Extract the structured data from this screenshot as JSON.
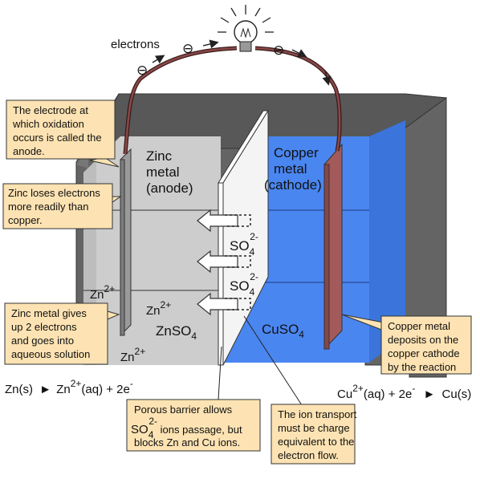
{
  "labels": {
    "electrons": "electrons",
    "electron_symbol": "⊖",
    "zinc_metal": [
      "Zinc",
      "metal",
      "(anode)"
    ],
    "copper_metal": [
      "Copper",
      "metal",
      "(cathode)"
    ],
    "so4_base": "SO",
    "so4_sub": "4",
    "so4_sup": "2-",
    "znso4_base": "ZnSO",
    "znso4_sub": "4",
    "cuso4_base": "CuSO",
    "cuso4_sub": "4",
    "zn_base": "Zn",
    "zn_sup": "2+"
  },
  "equations": {
    "anode": {
      "a": "Zn(s)",
      "arrow": "►",
      "b": "Zn",
      "b_sup": "2+",
      "c": "(aq) + 2e",
      "c_sup": "-"
    },
    "cathode": {
      "a": "Cu",
      "a_sup": "2+",
      "b": "(aq) + 2e",
      "b_sup": "-",
      "arrow": "►",
      "c": "Cu(s)"
    }
  },
  "callouts": {
    "oxidation": [
      "The electrode at",
      "which oxidation",
      "occurs is called the",
      "anode."
    ],
    "loses": [
      "Zinc loses electrons",
      "more readily than",
      "copper."
    ],
    "gives": [
      "Zinc metal gives",
      "up 2 electrons",
      "and goes into",
      "aqueous solution"
    ],
    "copper_deposit": [
      "Copper metal",
      "deposits on the",
      "copper cathode",
      "by the reaction"
    ],
    "porous": {
      "line1": "Porous barrier allows",
      "so4": "SO",
      "so4_sub": "4",
      "so4_sup": "2-",
      "line2_rest": " ions passage, but",
      "line3": "blocks Zn and Cu ions."
    },
    "transport": [
      "The ion transport",
      "must be charge",
      "equivalent to the",
      "electron flow."
    ]
  },
  "colors": {
    "zinc_solution": "#c9c9c9",
    "copper_solution": "#4a86f0",
    "container": "#5e5e5e",
    "callout_fill": "#fde3b3",
    "wire": "#7a3a3a",
    "copper_electrode": "#9a4f4f",
    "zinc_electrode": "#8c8c8c"
  }
}
